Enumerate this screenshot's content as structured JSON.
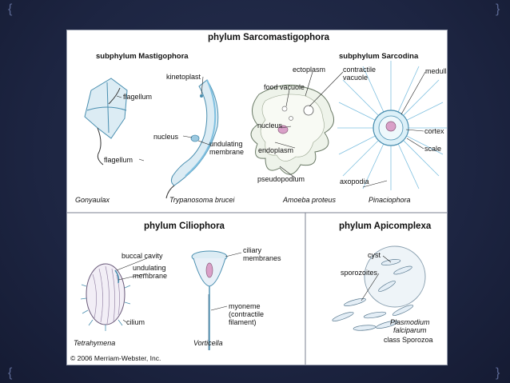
{
  "panel": {
    "top": {
      "phylum": "phylum Sarcomastigophora",
      "subphylum_left": "subphylum Mastigophora",
      "subphylum_right": "subphylum Sarcodina",
      "labels": {
        "kinetoplast": "kinetoplast",
        "flagellum_a": "flagellum",
        "flagellum_b": "flagellum",
        "nucleus_tryp": "nucleus",
        "undulating_membrane": "undulating\nmembrane",
        "ectoplasm": "ectoplasm",
        "contractile_vacuole": "contractile\nvacuole",
        "food_vacuole": "food vacuole",
        "nucleus_amoeba": "nucleus",
        "endoplasm": "endoplasm",
        "pseudopodium": "pseudopodium",
        "axopodia": "axopodia",
        "medulla": "medulla",
        "cortex": "cortex",
        "scale": "scale"
      },
      "species": {
        "gonyaulax": "Gonyaulax",
        "trypanosoma": "Trypanosoma brucei",
        "amoeba": "Amoeba proteus",
        "pinaciophora": "Pinaciophora"
      }
    },
    "bottom_left": {
      "phylum": "phylum Ciliophora",
      "labels": {
        "buccal_cavity": "buccal cavity",
        "undulating_membrane": "undulating\nmembrane",
        "cilium": "cilium",
        "ciliary_membranes": "ciliary\nmembranes",
        "myoneme": "myoneme\n(contractile\nfilament)"
      },
      "species": {
        "tetrahymena": "Tetrahymena",
        "vorticella": "Vorticella"
      }
    },
    "bottom_right": {
      "phylum": "phylum Apicomplexa",
      "labels": {
        "cyst": "cyst",
        "sporozoites": "sporozoites"
      },
      "species": {
        "plasmodium": "Plasmodium\nfalciparum",
        "class": "class Sporozoa"
      }
    },
    "copyright": "© 2006 Merriam-Webster, Inc."
  },
  "colors": {
    "background": "#1d2542",
    "organism_fill": "#dcecf4",
    "organism_stroke": "#4a8fb0",
    "accent_blue": "#7fc0e0",
    "nucleus_pink": "#d9a0c8"
  }
}
